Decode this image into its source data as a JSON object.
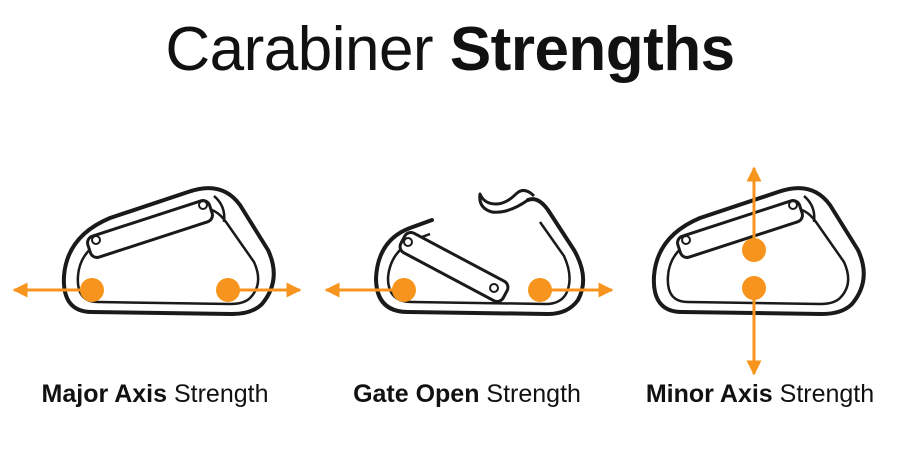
{
  "title": {
    "light": "Carabiner",
    "bold": "Strengths"
  },
  "colors": {
    "accent": "#f7941d",
    "outline": "#1a1a1a",
    "gate_fill": "#ffffff"
  },
  "items": [
    {
      "bold": "Major Axis",
      "light": " Strength",
      "arrow_direction": "horizontal",
      "gate": "closed"
    },
    {
      "bold": "Gate Open",
      "light": " Strength",
      "arrow_direction": "horizontal",
      "gate": "open"
    },
    {
      "bold": "Minor Axis",
      "light": " Strength",
      "arrow_direction": "vertical",
      "gate": "closed"
    }
  ]
}
